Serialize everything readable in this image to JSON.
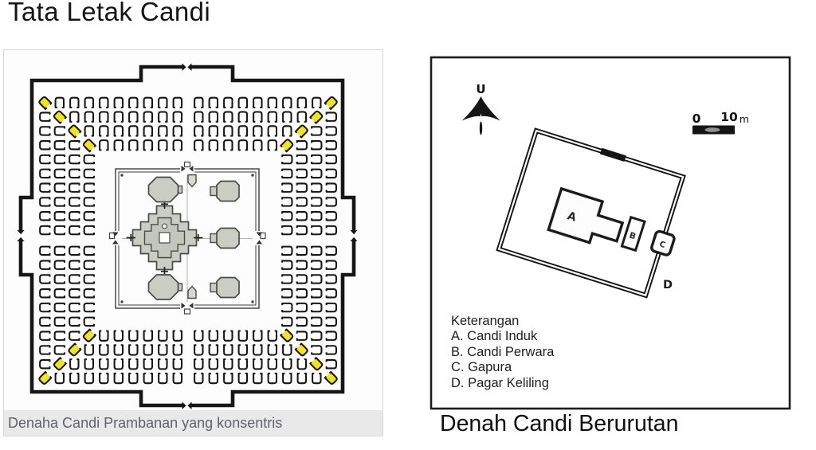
{
  "title": "Tata Letak Candi",
  "left_panel": {
    "caption": "Denaha Candi Prambanan yang konsentris",
    "diagram": {
      "type": "concentric temple plan",
      "rings": 4,
      "temples_per_outer_side": 20,
      "highlighted_corner_temples": 16,
      "inner_court": {
        "main_temples": 3,
        "vahana_temples": 3,
        "apit_shrines": 2
      }
    }
  },
  "right_panel": {
    "caption": "Denah Candi Berurutan",
    "north_label": "U",
    "scale": {
      "start": "0",
      "end": "10",
      "unit": "m"
    },
    "site_labels": {
      "induk": "A",
      "perwara": "B",
      "gapura": "C",
      "pagar": "D"
    },
    "legend": {
      "heading": "Keterangan",
      "items": [
        {
          "text": "A. Candi Induk"
        },
        {
          "text": "B. Candi Perwara"
        },
        {
          "text": "C. Gapura"
        },
        {
          "text": "D. Pagar Keliling"
        }
      ]
    }
  },
  "colors": {
    "ink": "#161616",
    "highlight_yellow": "#f2e41c",
    "temple_white": "#ffffff",
    "court_gray": "#c9cdc3",
    "court_stroke": "#4a4a4a",
    "caption_bg": "#e9e9e9",
    "caption_text": "#5f6368"
  }
}
